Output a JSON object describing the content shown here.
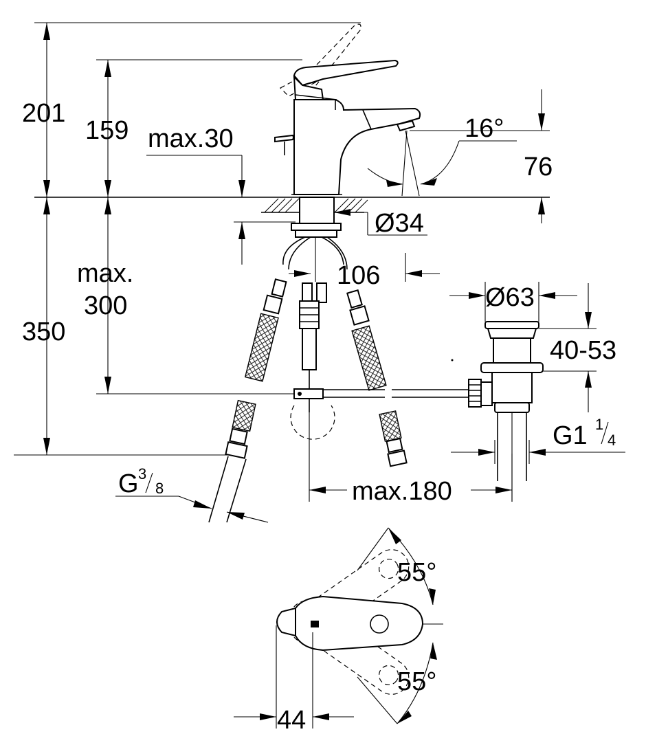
{
  "dimensions": {
    "overall_height": "201",
    "lever_height": "159",
    "max_30": "max.30",
    "spout_angle": "16°",
    "spout_height": "76",
    "shank_diameter": "Ø34",
    "slab_max": "max.",
    "slab_max_value": "300",
    "below_counter": "350",
    "shank_offset": "106",
    "waste_diameter": "Ø63",
    "waste_range": "40-53",
    "waste_thread_prefix": "G1",
    "waste_thread_num": "1",
    "waste_thread_den": "4",
    "hose_thread_prefix": "G",
    "hose_thread_num": "3",
    "hose_thread_den": "8",
    "max_reach": "max.180",
    "rotation_top": "55°",
    "rotation_bottom": "55°",
    "plan_width": "44"
  }
}
